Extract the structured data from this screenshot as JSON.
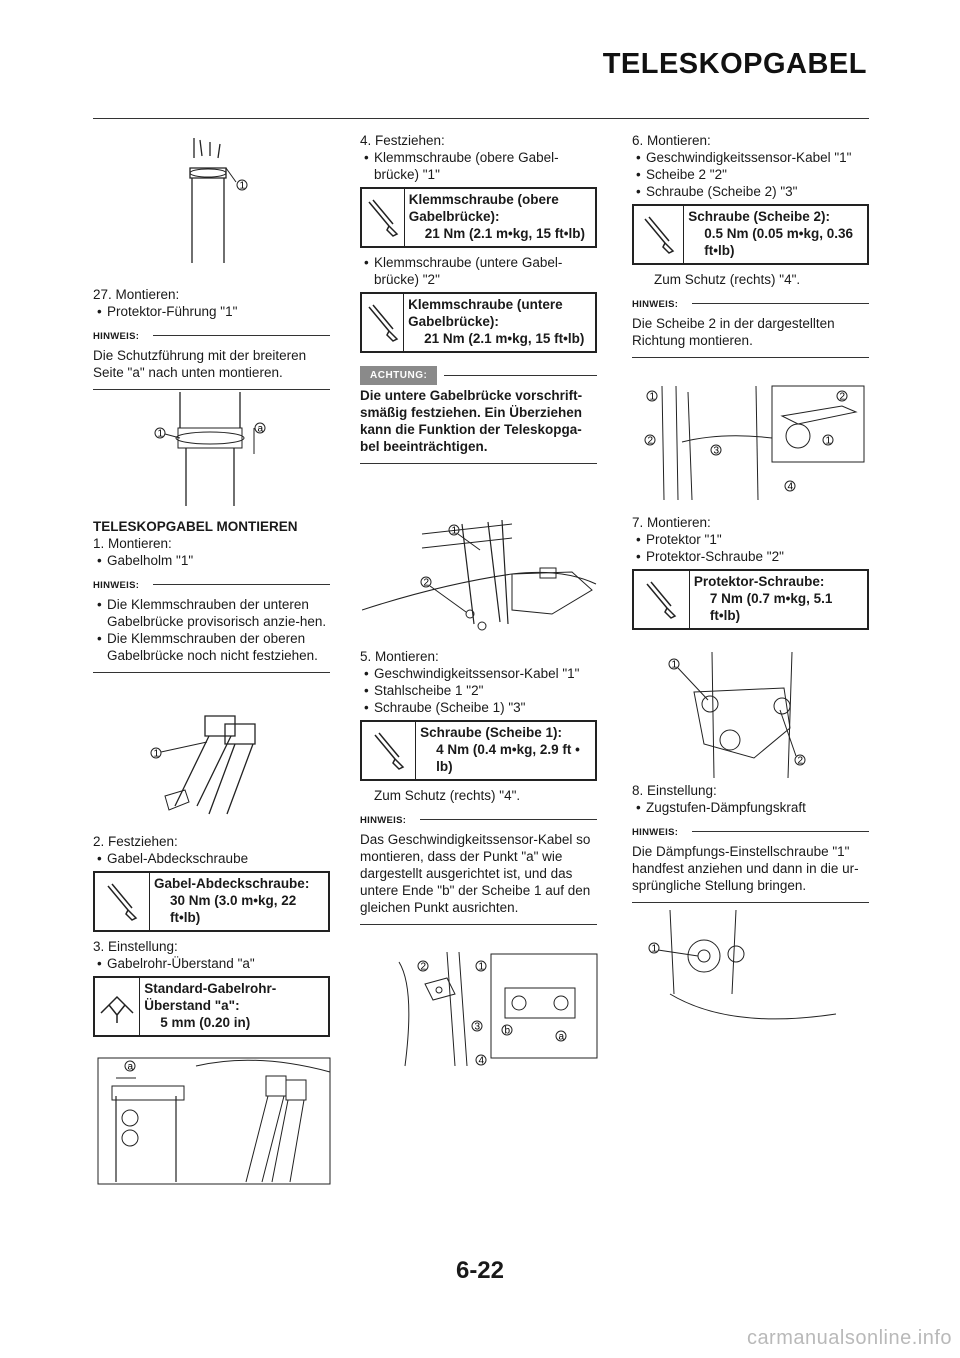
{
  "header": {
    "title": "TELESKOPGABEL"
  },
  "col1": {
    "step27": "27. Montieren:",
    "step27_item": "Protektor-Führung \"1\"",
    "hinweis_label": "HINWEIS:",
    "hinweis1": "Die Schutzführung mit der breiteren Seite \"a\" nach unten montieren.",
    "section_title": "TELESKOPGABEL MONTIEREN",
    "step1": "1.  Montieren:",
    "step1_item": "Gabelholm \"1\"",
    "hinweis2_items": [
      "Die Klemmschrauben der unteren Gabelbrücke provisorisch anzie-hen.",
      "Die Klemmschrauben der oberen Gabelbrücke noch nicht festziehen."
    ],
    "step2": "2.  Festziehen:",
    "step2_item": "Gabel-Abdeckschraube",
    "spec2_title": "Gabel-Abdeckschraube:",
    "spec2_value": "30 Nm (3.0 m•kg, 22 ft•lb)",
    "step3": "3.  Einstellung:",
    "step3_item": "Gabelrohr-Überstand \"a\"",
    "spec3_title": "Standard-Gabelrohr-Überstand  \"a\":",
    "spec3_value": "5 mm (0.20 in)"
  },
  "col2": {
    "step4": "4.  Festziehen:",
    "step4_item1": "Klemmschraube (obere Gabel-brücke) \"1\"",
    "spec4a_title": "Klemmschraube (obere Gabelbrücke):",
    "spec4a_value": "21 Nm (2.1 m•kg, 15 ft•lb)",
    "step4_item2": "Klemmschraube (untere Gabel-brücke) \"2\"",
    "spec4b_title": "Klemmschraube (untere Gabelbrücke):",
    "spec4b_value": "21 Nm (2.1 m•kg, 15 ft•lb)",
    "achtung_label": "ACHTUNG:",
    "achtung_text": "Die untere Gabelbrücke vorschrift-smäßig festziehen. Ein Überziehen kann die Funktion der Teleskopga-bel beeinträchtigen.",
    "step5": "5.  Montieren:",
    "step5_items": [
      "Geschwindigkeitssensor-Kabel \"1\"",
      "Stahlscheibe 1 \"2\"",
      "Schraube (Scheibe 1) \"3\""
    ],
    "spec5_title": "Schraube (Scheibe 1):",
    "spec5_value": "4 Nm (0.4 m•kg, 2.9 ft • lb)",
    "step5_after": "Zum Schutz (rechts) \"4\".",
    "hinweis_label": "HINWEIS:",
    "hinweis5": "Das Geschwindigkeitssensor-Kabel so montieren, dass der Punkt \"a\" wie dargestellt ausgerichtet ist, und das untere Ende \"b\" der Scheibe 1 auf den gleichen Punkt ausrichten."
  },
  "col3": {
    "step6": "6.  Montieren:",
    "step6_items": [
      "Geschwindigkeitssensor-Kabel \"1\"",
      "Scheibe 2 \"2\"",
      "Schraube (Scheibe 2) \"3\""
    ],
    "spec6_title": "Schraube (Scheibe 2):",
    "spec6_value": "0.5 Nm (0.05 m•kg, 0.36 ft•lb)",
    "step6_after": "Zum Schutz (rechts) \"4\".",
    "hinweis_label": "HINWEIS:",
    "hinweis6": "Die Scheibe 2 in der dargestellten Richtung montieren.",
    "step7": "7.  Montieren:",
    "step7_items": [
      "Protektor \"1\"",
      "Protektor-Schraube \"2\""
    ],
    "spec7_title": "Protektor-Schraube:",
    "spec7_value": "7 Nm (0.7 m•kg, 5.1 ft•lb)",
    "step8": "8.  Einstellung:",
    "step8_item": "Zugstufen-Dämpfungskraft",
    "hinweis8": "Die Dämpfungs-Einstellschraube \"1\" handfest anziehen und dann in die ur-sprüngliche Stellung bringen."
  },
  "callouts": {
    "c1": "1",
    "c2": "2",
    "c3": "3",
    "c4": "4",
    "ca": "a",
    "cb": "b"
  },
  "footer": {
    "page": "6-22",
    "watermark": "carmanualsonline.info"
  }
}
